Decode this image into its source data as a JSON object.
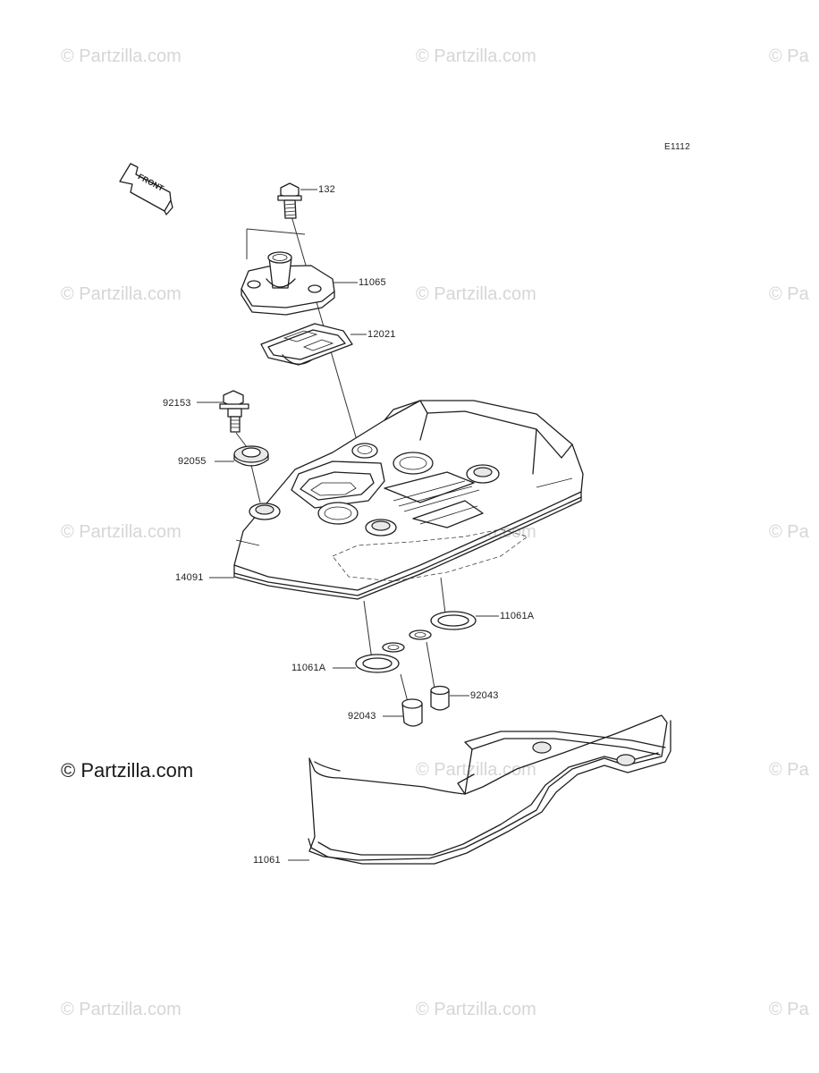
{
  "diagram": {
    "code": "E1112",
    "front_label": "FRONT",
    "copyright_main": "© Partzilla.com",
    "watermarks": [
      "© Partzilla.com",
      "© Partzilla.com",
      "© Pa",
      "© Partzilla.com",
      "© Partzilla.com",
      "© Pa",
      "© Partzilla.com",
      "© Partzilla.com",
      "© Pa",
      "© Partzilla.com",
      "© Pa",
      "© Partzilla.com",
      "© Partzilla.com",
      "© Pa"
    ],
    "parts": [
      {
        "number": "132",
        "name": "bolt"
      },
      {
        "number": "11065",
        "name": "breather-cover"
      },
      {
        "number": "12021",
        "name": "reed-valve-plate"
      },
      {
        "number": "92153",
        "name": "cover-bolt"
      },
      {
        "number": "92055",
        "name": "o-ring-seal"
      },
      {
        "number": "14091",
        "name": "cylinder-head-cover"
      },
      {
        "number": "11061A",
        "name": "plug-hole-gasket-right"
      },
      {
        "number": "11061A",
        "name": "plug-hole-gasket-left"
      },
      {
        "number": "92043",
        "name": "pin-right"
      },
      {
        "number": "92043",
        "name": "pin-left"
      },
      {
        "number": "11061",
        "name": "head-cover-gasket"
      }
    ]
  }
}
